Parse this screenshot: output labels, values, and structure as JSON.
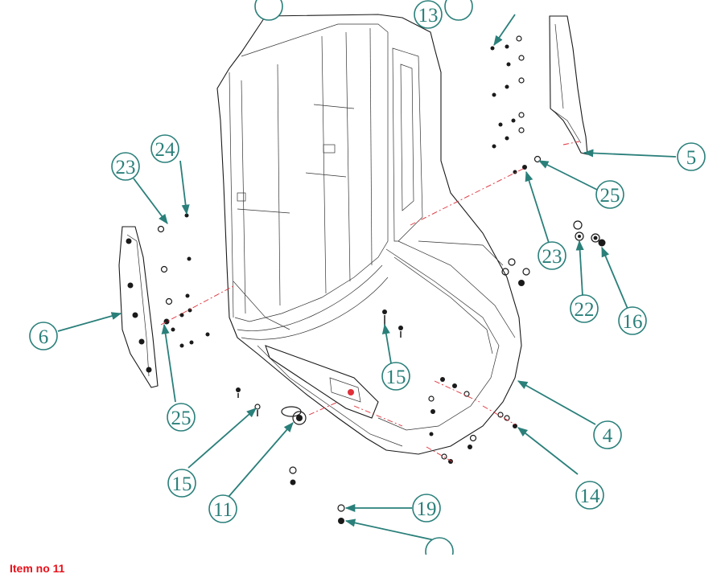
{
  "caption": "Item no 11",
  "callouts": [
    {
      "id": "c13",
      "label": "13"
    },
    {
      "id": "c5",
      "label": "5"
    },
    {
      "id": "c23a",
      "label": "23"
    },
    {
      "id": "c24",
      "label": "24"
    },
    {
      "id": "c25a",
      "label": "25"
    },
    {
      "id": "c23b",
      "label": "23"
    },
    {
      "id": "c22",
      "label": "22"
    },
    {
      "id": "c16",
      "label": "16"
    },
    {
      "id": "c6",
      "label": "6"
    },
    {
      "id": "c15a",
      "label": "15"
    },
    {
      "id": "c25b",
      "label": "25"
    },
    {
      "id": "c4",
      "label": "4"
    },
    {
      "id": "c15b",
      "label": "15"
    },
    {
      "id": "c11",
      "label": "11"
    },
    {
      "id": "c14",
      "label": "14"
    },
    {
      "id": "c19",
      "label": "19"
    }
  ],
  "colors": {
    "callout": "#2a7f7a",
    "caption": "#e8101a",
    "axis": "#e0303a",
    "line": "#1a1a1a"
  }
}
